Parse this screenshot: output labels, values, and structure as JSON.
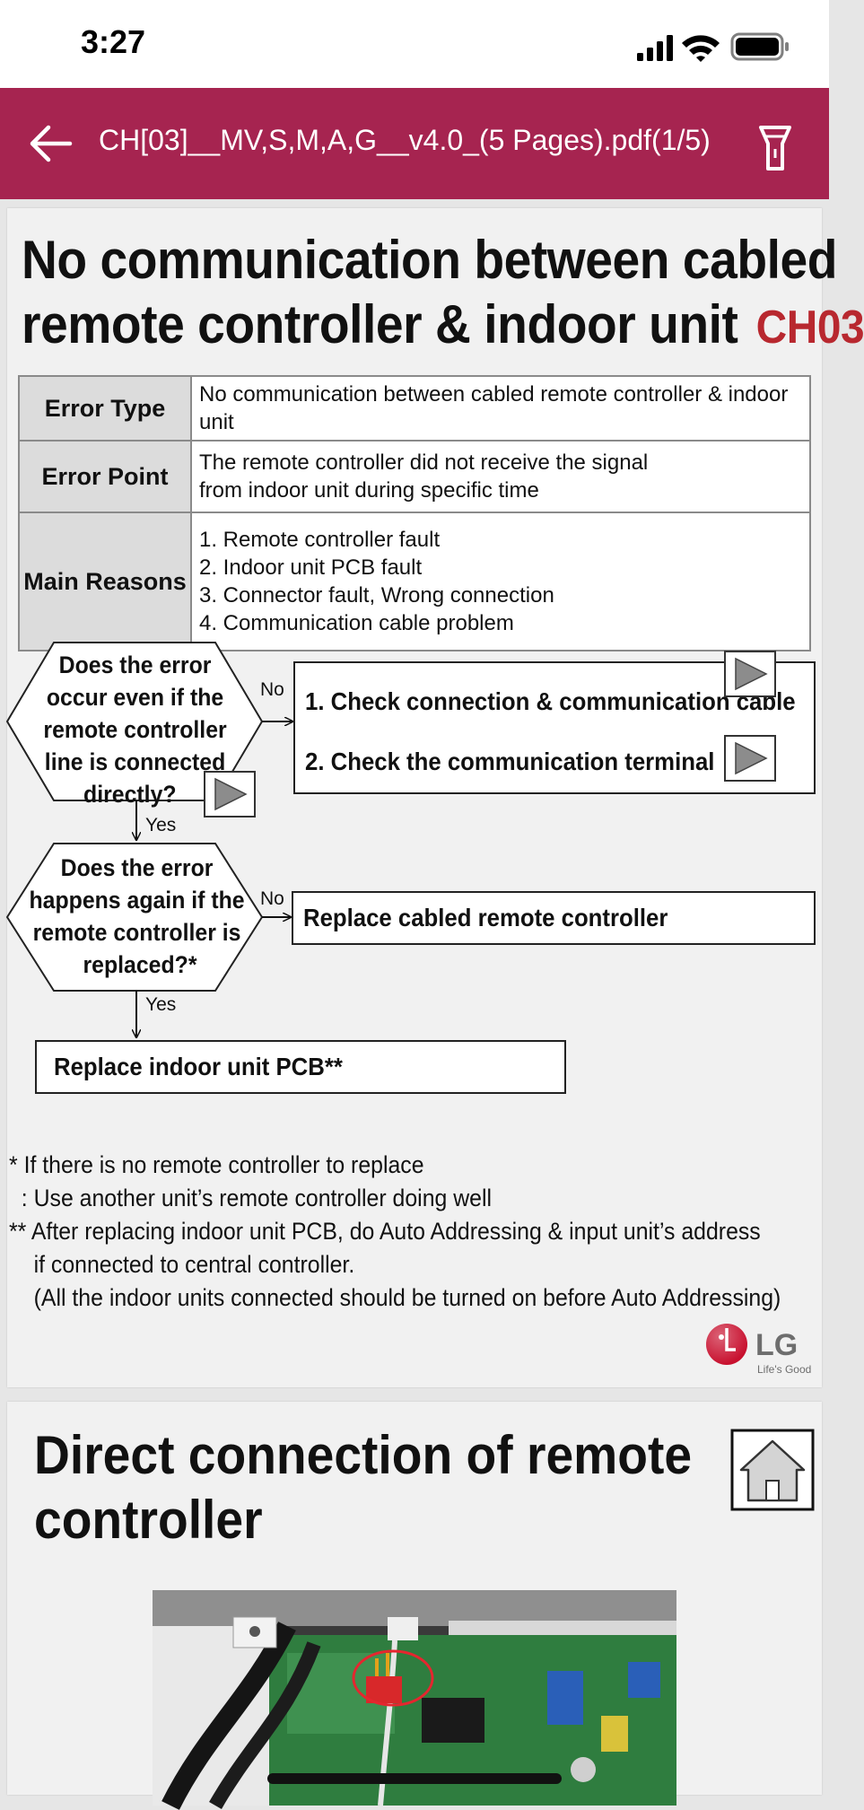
{
  "status_bar": {
    "time": "3:27"
  },
  "app_bar": {
    "title": "CH[03]__MV,S,M,A,G__v4.0_(5 Pages).pdf(1/5)"
  },
  "page1": {
    "title_line1": "No communication between cabled",
    "title_line2": "remote controller & indoor unit",
    "error_code": "CH03",
    "table": {
      "error_type_label": "Error Type",
      "error_type_value": "No communication between cabled remote controller & indoor unit",
      "error_point_label": "Error Point",
      "error_point_line1": "The remote controller did not receive the signal",
      "error_point_line2": "from indoor unit during specific time",
      "main_reasons_label": "Main Reasons",
      "reasons": [
        "1. Remote controller fault",
        "2. Indoor unit PCB fault",
        "3. Connector fault, Wrong connection",
        "4. Communication cable problem"
      ]
    },
    "flow": {
      "q1_lines": [
        "Does the error",
        "occur even if the",
        "remote controller",
        "line is connected",
        "directly?"
      ],
      "no_label": "No",
      "yes_label": "Yes",
      "check1": "1. Check connection & communication cable",
      "check2": "2. Check the communication terminal",
      "q2_lines": [
        "Does the error",
        "happens again if the",
        "remote controller is",
        "replaced?*"
      ],
      "replace_remote": "Replace cabled remote controller",
      "replace_pcb": "Replace indoor unit PCB**"
    },
    "footnotes": [
      "* If there is no remote controller to replace",
      "  : Use another unit’s remote controller doing well",
      "** After replacing indoor unit PCB, do Auto Addressing & input unit’s address",
      "    if connected to central controller.",
      "    (All the indoor units connected should be turned on before Auto Addressing)"
    ],
    "logo": {
      "brand": "LG",
      "tagline": "Life's Good"
    }
  },
  "page2": {
    "title_line1": "Direct connection of remote",
    "title_line2": "controller"
  },
  "colors": {
    "app_bar": "#a62450",
    "error_code": "#b8282f",
    "logo_red": "#c8102e"
  },
  "icons": {
    "back": "arrow-left-icon",
    "flashlight": "flashlight-icon",
    "play": "play-icon",
    "home": "home-icon"
  }
}
